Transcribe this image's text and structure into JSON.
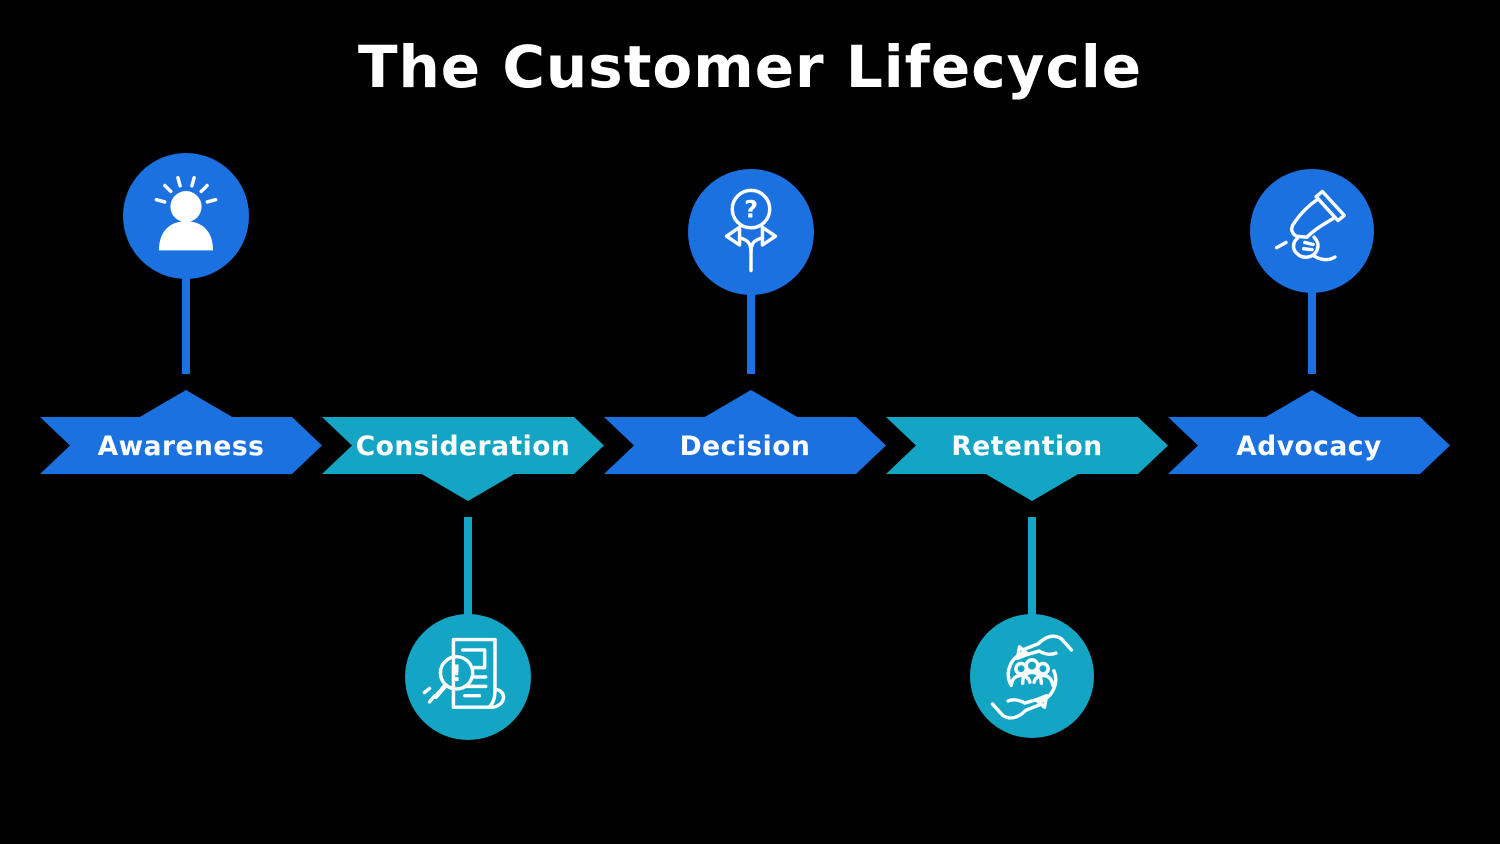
{
  "title": "The Customer Lifecycle",
  "colors": {
    "background": "#000000",
    "blue": "#1B71DF",
    "teal": "#14A5C4",
    "icon_foreground": "#FFFFFF",
    "text": "#FFFFFF"
  },
  "stages": [
    {
      "label": "Awareness",
      "color_key": "blue",
      "icon": "person-rays-icon",
      "icon_position": "top"
    },
    {
      "label": "Consideration",
      "color_key": "teal",
      "icon": "document-magnifier-icon",
      "icon_position": "bottom"
    },
    {
      "label": "Decision",
      "color_key": "blue",
      "icon": "question-crossroads-icon",
      "icon_position": "top"
    },
    {
      "label": "Retention",
      "color_key": "teal",
      "icon": "hands-people-cycle-icon",
      "icon_position": "bottom"
    },
    {
      "label": "Advocacy",
      "color_key": "blue",
      "icon": "megaphone-hand-icon",
      "icon_position": "top"
    }
  ],
  "glyphs": {
    "question": "?",
    "exclamation": "!"
  }
}
